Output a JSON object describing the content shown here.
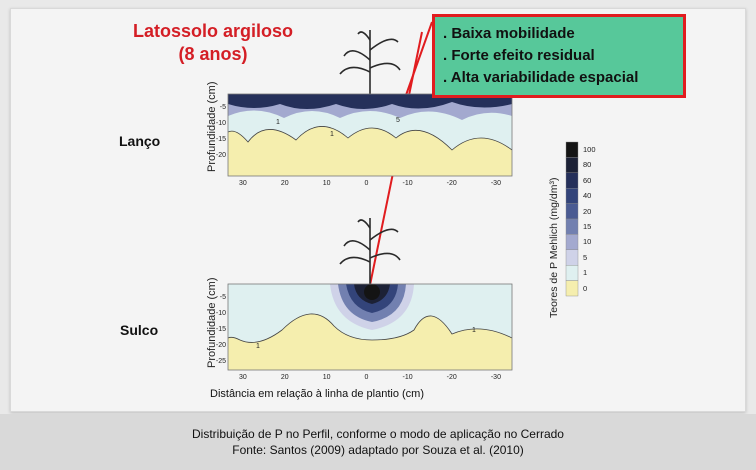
{
  "title": {
    "line1": "Latossolo argiloso",
    "line2": "(8 anos)"
  },
  "callout": {
    "items": [
      ". Baixa mobilidade",
      ". Forte efeito residual",
      ". Alta variabilidade espacial"
    ]
  },
  "rows": [
    {
      "label": "Lanço",
      "y_axis_label": "Profundidade (cm)"
    },
    {
      "label": "Sulco",
      "y_axis_label": "Profundidade (cm)"
    }
  ],
  "axes": {
    "y_ticks": [
      "-5",
      "-10",
      "-15",
      "-20",
      "-25"
    ],
    "x_ticks": [
      "30",
      "20",
      "10",
      "0",
      "-10",
      "-20",
      "-30"
    ],
    "x_label": "Distância em relação à linha de plantio (cm)"
  },
  "legend": {
    "title": "Teores de P Mehlich (mg/dm³)",
    "levels": [
      {
        "label": "100",
        "color": "#141414"
      },
      {
        "label": "80",
        "color": "#1c2136"
      },
      {
        "label": "60",
        "color": "#25305a"
      },
      {
        "label": "40",
        "color": "#33447a"
      },
      {
        "label": "20",
        "color": "#4a5b92"
      },
      {
        "label": "15",
        "color": "#7280b0"
      },
      {
        "label": "10",
        "color": "#a3a9cf"
      },
      {
        "label": "5",
        "color": "#cfd2e8"
      },
      {
        "label": "1",
        "color": "#dff0f0"
      },
      {
        "label": "0",
        "color": "#f5eeae"
      }
    ]
  },
  "caption": {
    "line1": "Distribuição de P no Perfil, conforme o modo de aplicação no Cerrado",
    "line2": "Fonte: Santos (2009) adaptado por Souza et al. (2010)"
  }
}
